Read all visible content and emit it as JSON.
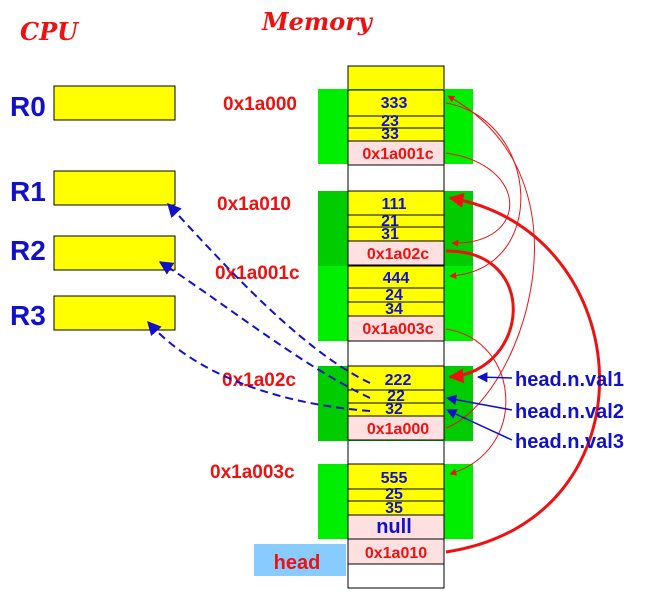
{
  "titles": {
    "cpu": "CPU",
    "memory": "Memory"
  },
  "registers": [
    "R0",
    "R1",
    "R2",
    "R3"
  ],
  "nodes": [
    {
      "address": "0x1a000",
      "val1": "333",
      "val2": "23",
      "val3": "33",
      "next": "0x1a001c"
    },
    {
      "address": "0x1a010",
      "val1": "111",
      "val2": "21",
      "val3": "31",
      "next": "0x1a02c"
    },
    {
      "address": "0x1a001c",
      "val1": "444",
      "val2": "24",
      "val3": "34",
      "next": "0x1a003c"
    },
    {
      "address": "0x1a02c",
      "val1": "222",
      "val2": "22",
      "val3": "32",
      "next": "0x1a000"
    },
    {
      "address": "0x1a003c",
      "val1": "555",
      "val2": "25",
      "val3": "35",
      "next": "null"
    }
  ],
  "head": {
    "label": "head",
    "value": "0x1a010"
  },
  "annotations": [
    "head.n.val1",
    "head.n.val2",
    "head.n.val3"
  ],
  "colors": {
    "red": "#ee1111",
    "blue": "#1111cc",
    "yellow": "#ffff00",
    "green": "#00ee00",
    "pink": "#ffe0e0",
    "headbox": "#88ccff"
  }
}
